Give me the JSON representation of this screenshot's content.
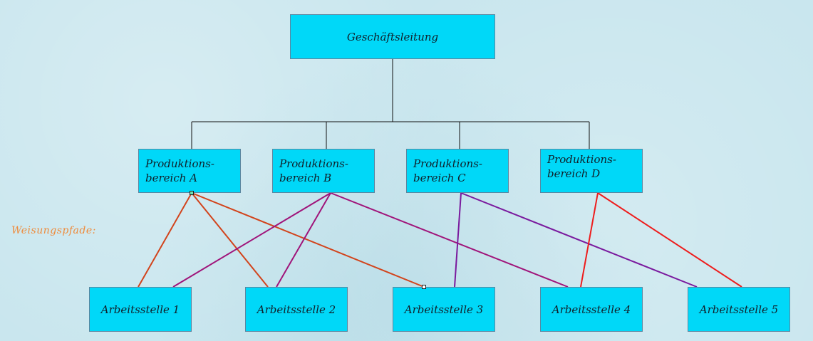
{
  "top": {
    "label": "Geschäftsleitung"
  },
  "divisions": [
    {
      "id": "a",
      "label": "Produktions-\nbereich A"
    },
    {
      "id": "b",
      "label": "Produktions-\nbereich B"
    },
    {
      "id": "c",
      "label": "Produktions-\nbereich C"
    },
    {
      "id": "d",
      "label": "Produktions-\nbereich D"
    }
  ],
  "workstations": [
    {
      "id": "1",
      "label": "Arbeitsstelle 1"
    },
    {
      "id": "2",
      "label": "Arbeitsstelle 2"
    },
    {
      "id": "3",
      "label": "Arbeitsstelle 3"
    },
    {
      "id": "4",
      "label": "Arbeitsstelle 4"
    },
    {
      "id": "5",
      "label": "Arbeitsstelle 5"
    }
  ],
  "side_label": "Weisungspfade:",
  "colors": {
    "box_fill": "#00d8f8",
    "tree_line": "#111111",
    "path_a": "#d2431b",
    "path_b": "#a0147a",
    "path_c": "#7a1a9e",
    "path_d": "#ee1c1c",
    "side_label": "#ef8a3a"
  },
  "links": [
    {
      "from": "a",
      "to": "1"
    },
    {
      "from": "a",
      "to": "2"
    },
    {
      "from": "a",
      "to": "3"
    },
    {
      "from": "b",
      "to": "1"
    },
    {
      "from": "b",
      "to": "2"
    },
    {
      "from": "b",
      "to": "4"
    },
    {
      "from": "c",
      "to": "3"
    },
    {
      "from": "c",
      "to": "5"
    },
    {
      "from": "d",
      "to": "4"
    },
    {
      "from": "d",
      "to": "5"
    }
  ]
}
